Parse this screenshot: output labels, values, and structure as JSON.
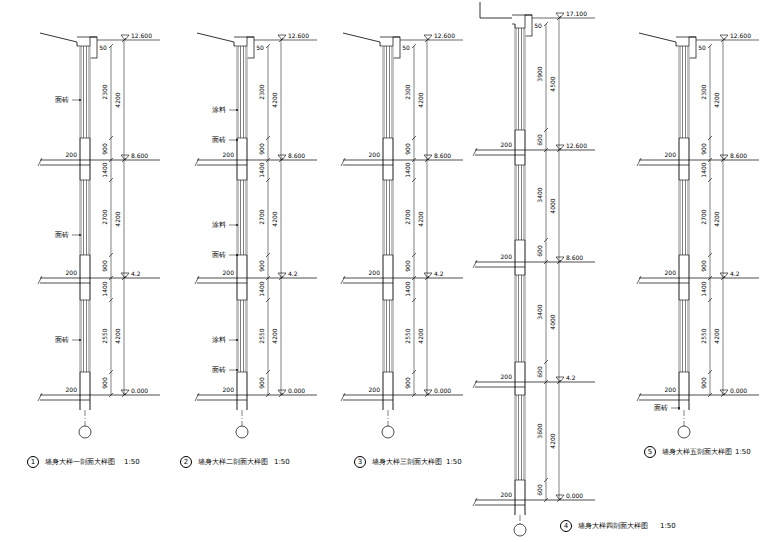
{
  "diagram": {
    "nodes": [
      {
        "text": [
          "1"
        ]
      },
      {
        "text": [
          "2"
        ]
      },
      {
        "text": [
          "3"
        ]
      },
      {
        "text": [
          "4"
        ]
      },
      {
        "text": [
          "5"
        ]
      }
    ],
    "labels": [
      "12.600",
      "8.600",
      "4.2",
      "0.000",
      "50",
      "2300",
      "900",
      "1400",
      "2700",
      "900",
      "1400",
      "2550",
      "900",
      "4200",
      "4200",
      "4200",
      "200",
      "200",
      "200",
      "面砖",
      "面砖",
      "面砖",
      "墙身大样一剖面大样图",
      "1:50",
      "12.600",
      "8.600",
      "4.2",
      "0.000",
      "50",
      "2300",
      "900",
      "1400",
      "2700",
      "900",
      "1400",
      "2550",
      "900",
      "4200",
      "4200",
      "4200",
      "200",
      "200",
      "200",
      "涂料",
      "面砖",
      "涂料",
      "面砖",
      "涂料",
      "面砖",
      "墙身大样二剖面大样图",
      "1:50",
      "12.600",
      "8.600",
      "4.2",
      "0.000",
      "50",
      "2300",
      "900",
      "1400",
      "2700",
      "900",
      "1400",
      "2550",
      "900",
      "4200",
      "4200",
      "4200",
      "200",
      "200",
      "200",
      "墙身大样三剖面大样图",
      "1:50",
      "17.100",
      "12.600",
      "8.600",
      "4.2",
      "0.000",
      "50",
      "3900",
      "600",
      "3400",
      "600",
      "3400",
      "600",
      "3600",
      "600",
      "4500",
      "4000",
      "4000",
      "4200",
      "200",
      "200",
      "200",
      "200",
      "墙身大样四剖面大样图",
      "1:50",
      "12.600",
      "8.600",
      "4.2",
      "0.000",
      "50",
      "2300",
      "900",
      "1400",
      "2700",
      "900",
      "1400",
      "2550",
      "900",
      "4200",
      "4200",
      "4200",
      "200",
      "200",
      "200",
      "面砖",
      "墙身大样五剖面大样图",
      "1:50"
    ]
  }
}
